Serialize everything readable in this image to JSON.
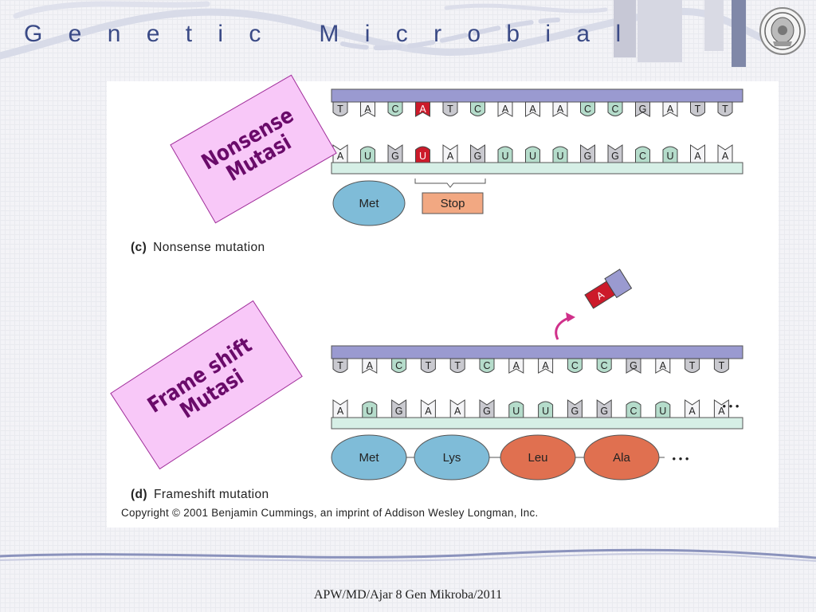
{
  "slide": {
    "title": "G e n e t i c   M i c r o b i a l",
    "footer": "APW/MD/Ajar 8 Gen Mikroba/2011",
    "logo_icon": "university-seal-icon"
  },
  "stamps": [
    {
      "line1": "Nonsense",
      "line2": "Mutasi"
    },
    {
      "line1": "Frame shift",
      "line2": "Mutasi"
    }
  ],
  "figure": {
    "panel_c": {
      "label": "(c)",
      "caption": "Nonsense mutation",
      "dna_top": [
        "T",
        "A",
        "C",
        "A",
        "T",
        "C",
        "A",
        "A",
        "A",
        "C",
        "C",
        "G",
        "A",
        "T",
        "T"
      ],
      "rna": [
        "A",
        "U",
        "G",
        "U",
        "A",
        "G",
        "U",
        "U",
        "U",
        "G",
        "G",
        "C",
        "U",
        "A",
        "A"
      ],
      "mutated_index": 3,
      "protein": [
        "Met",
        "Stop"
      ]
    },
    "panel_d": {
      "label": "(d)",
      "caption": "Frameshift mutation",
      "inserted_base": "A",
      "dna_top": [
        "T",
        "A",
        "C",
        "T",
        "T",
        "C",
        "A",
        "A",
        "C",
        "C",
        "G",
        "A",
        "T",
        "T"
      ],
      "rna": [
        "A",
        "U",
        "G",
        "A",
        "A",
        "G",
        "U",
        "U",
        "G",
        "G",
        "C",
        "U",
        "A",
        "A"
      ],
      "rna_tail": "• • •",
      "protein": [
        "Met",
        "Lys",
        "Leu",
        "Ala"
      ],
      "protein_tail": "• • •"
    },
    "copyright": "Copyright © 2001 Benjamin Cummings, an imprint of Addison Wesley Longman, Inc."
  },
  "colors": {
    "title": "#3a4a86",
    "dna_strand": "#9a9ad0",
    "rna_strand": "#d6efe6",
    "mutation": "#cc1a2a",
    "met": "#7fbcd8",
    "leu": "#e07050",
    "stop": "#f2a882",
    "stamp": "#f8c8f8",
    "stamp_text": "#6a0b6a"
  }
}
